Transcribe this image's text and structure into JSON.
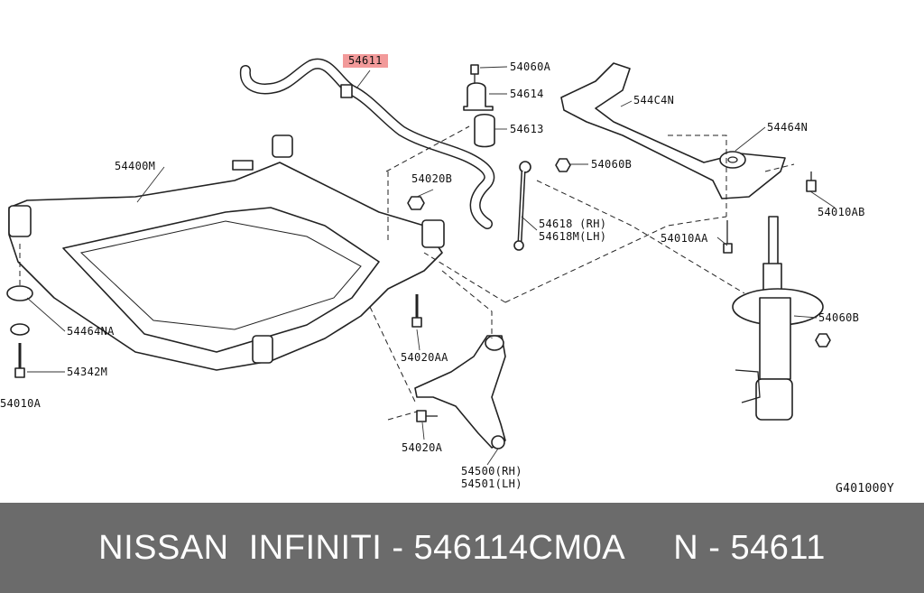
{
  "diagram": {
    "highlight_color": "#f29a9a",
    "labels": [
      {
        "id": "54611",
        "text": "54611",
        "highlight": true
      },
      {
        "id": "54060A",
        "text": "54060A"
      },
      {
        "id": "54614",
        "text": "54614"
      },
      {
        "id": "544C4N",
        "text": "544C4N"
      },
      {
        "id": "54613",
        "text": "54613"
      },
      {
        "id": "54464N",
        "text": "54464N"
      },
      {
        "id": "54400M",
        "text": "54400M"
      },
      {
        "id": "54020B",
        "text": "54020B"
      },
      {
        "id": "54060B_top",
        "text": "54060B"
      },
      {
        "id": "54618",
        "text": "54618 (RH)"
      },
      {
        "id": "54618M",
        "text": "54618M(LH)"
      },
      {
        "id": "54010AB",
        "text": "54010AB"
      },
      {
        "id": "54010AA",
        "text": "54010AA"
      },
      {
        "id": "54060B_strut",
        "text": "54060B"
      },
      {
        "id": "54464NA",
        "text": "54464NA"
      },
      {
        "id": "54342M",
        "text": "54342M"
      },
      {
        "id": "54010A",
        "text": "54010A"
      },
      {
        "id": "54020AA",
        "text": "54020AA"
      },
      {
        "id": "54020A",
        "text": "54020A"
      },
      {
        "id": "54500",
        "text": "54500(RH)"
      },
      {
        "id": "54501",
        "text": "54501(LH)"
      },
      {
        "id": "figure_code",
        "text": "G401000Y"
      }
    ]
  },
  "footer": {
    "text": "NISSAN  INFINITI - 546114CM0A     N - 54611",
    "background": "#6b6b6b"
  }
}
